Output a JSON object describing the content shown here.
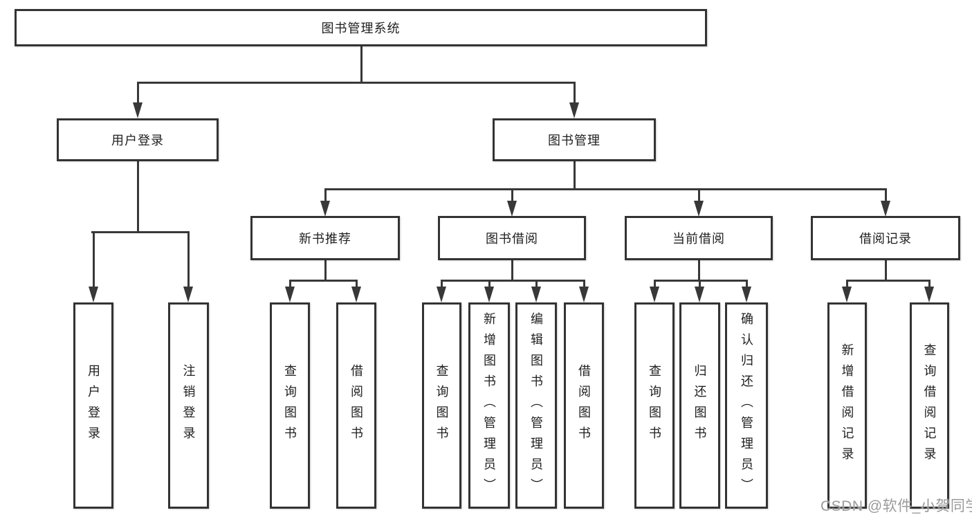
{
  "diagram": {
    "title": "图书管理系统",
    "type": "hierarchy-tree"
  },
  "nodes": {
    "root": {
      "label": "图书管理系统"
    },
    "userLogin": {
      "label": "用户登录"
    },
    "bookMgmt": {
      "label": "图书管理"
    },
    "newBookRec": {
      "label": "新书推荐"
    },
    "bookBorrow": {
      "label": "图书借阅"
    },
    "currentBorrow": {
      "label": "当前借阅"
    },
    "borrowRecord": {
      "label": "借阅记录"
    },
    "leafUserLogin": {
      "label": "用户登录"
    },
    "leafLogout": {
      "label": "注销登录"
    },
    "leafRecQuery": {
      "label": "查询图书"
    },
    "leafRecBorrow": {
      "label": "借阅图书"
    },
    "leafBorQuery": {
      "label": "查询图书"
    },
    "leafBorAdd": {
      "label": "新增图书（管理员）"
    },
    "leafBorEdit": {
      "label": "编辑图书（管理员）"
    },
    "leafBorBorrow": {
      "label": "借阅图书"
    },
    "leafCurQuery": {
      "label": "查询图书"
    },
    "leafCurReturn": {
      "label": "归还图书"
    },
    "leafCurConfirm": {
      "label": "确认归还（管理员）"
    },
    "leafBrAdd": {
      "label": "新增借阅记录"
    },
    "leafBrQuery": {
      "label": "查询借阅记录"
    }
  },
  "watermark": {
    "text": "CSDN @软件_小贺同学",
    "color": "#9a9a9a"
  },
  "colors": {
    "line": "#383838",
    "box_border": "#333333",
    "text": "#1f1f1f",
    "background": "#ffffff"
  }
}
